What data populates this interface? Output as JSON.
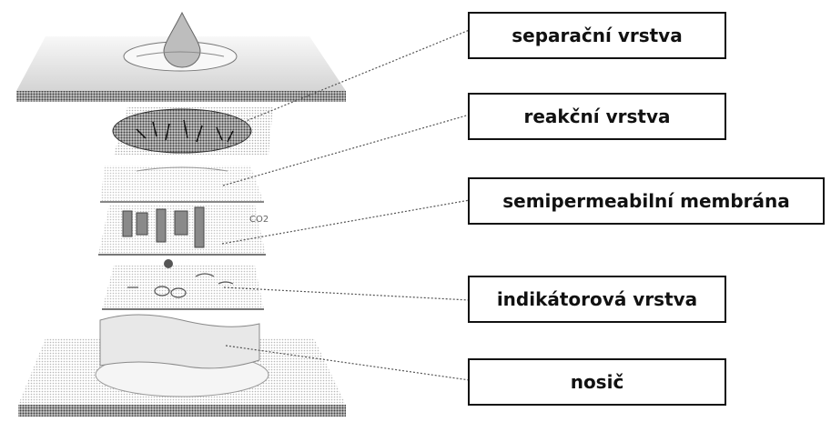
{
  "diagram": {
    "layers": [
      {
        "label": "separační vrstva"
      },
      {
        "label": "reakční vrstva"
      },
      {
        "label": "semipermeabilní membrána"
      },
      {
        "label": "indikátorová vrstva"
      },
      {
        "label": "nosič"
      }
    ],
    "co_text": "CO2",
    "colors": {
      "line": "#555555",
      "border": "#111111",
      "layer_dark": "#555555",
      "layer_mid": "#9a9a9a",
      "layer_light": "#d6d6d6"
    }
  }
}
